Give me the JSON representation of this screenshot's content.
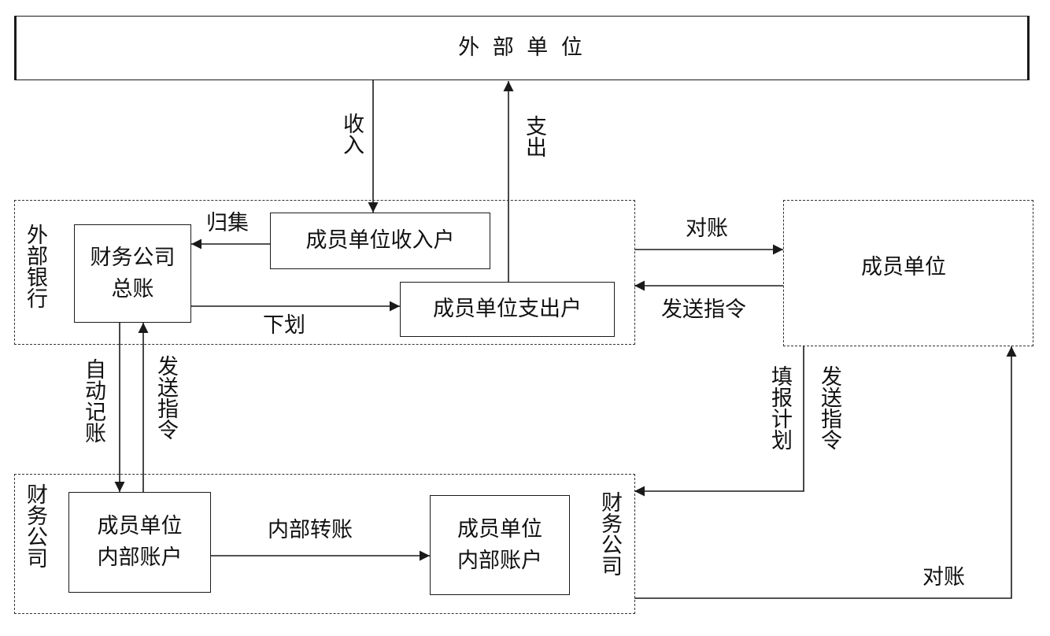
{
  "colors": {
    "line": "#1a1a1a",
    "dashed_border": "#333333",
    "background": "#ffffff"
  },
  "external_unit": {
    "title": "外 部 单 位"
  },
  "bank_region": {
    "label": "外部银行",
    "general_ledger": {
      "line1": "财务公司",
      "line2": "总账"
    },
    "income_account": "成员单位收入户",
    "expense_account": "成员单位支出户"
  },
  "member_unit": {
    "title": "成员单位"
  },
  "finance_region": {
    "label_left": "财务公司",
    "label_right": "财务公司",
    "internal_account_a": {
      "line1": "成员单位",
      "line2": "内部账户"
    },
    "internal_account_b": {
      "line1": "成员单位",
      "line2": "内部账户"
    }
  },
  "flows": {
    "income": "收入",
    "expense": "支出",
    "collect": "归集",
    "allocate": "下划",
    "reconcile_bank": "对账",
    "send_instruction_bank": "发送指令",
    "auto_record": "自动记账",
    "send_instruction_finance": "发送指令",
    "fill_plan": "填报计划",
    "send_instruction_member": "发送指令",
    "internal_transfer": "内部转账",
    "reconcile_finance": "对账"
  }
}
